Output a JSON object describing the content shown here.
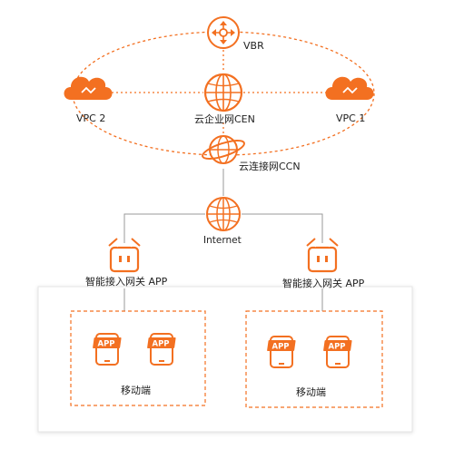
{
  "colors": {
    "accent": "#f37021",
    "accent_dark": "#e4571b",
    "line": "#f37021",
    "connector": "#999999",
    "box_border": "#f37021",
    "container_bg": "#ffffff"
  },
  "nodes": {
    "vbr": {
      "label": "VBR",
      "icon": "vbr-router-icon"
    },
    "cen": {
      "label": "云企业网CEN",
      "icon": "globe-icon"
    },
    "ccn": {
      "label": "云连接网CCN",
      "icon": "orbit-globe-icon"
    },
    "vpc_left": {
      "label": "VPC 2",
      "icon": "cloud-icon"
    },
    "vpc_right": {
      "label": "VPC 1",
      "icon": "cloud-icon"
    },
    "internet": {
      "label": "Internet",
      "icon": "globe-icon"
    }
  },
  "gateways": [
    {
      "label": "智能接入网关 APP",
      "icon": "gateway-device-icon"
    },
    {
      "label": "智能接入网关 APP",
      "icon": "gateway-device-icon"
    }
  ],
  "groups": [
    {
      "label": "移动端",
      "apps": [
        {
          "label": "APP"
        },
        {
          "label": "APP"
        }
      ]
    },
    {
      "label": "移动端",
      "apps": [
        {
          "label": "APP"
        },
        {
          "label": "APP"
        }
      ]
    }
  ]
}
